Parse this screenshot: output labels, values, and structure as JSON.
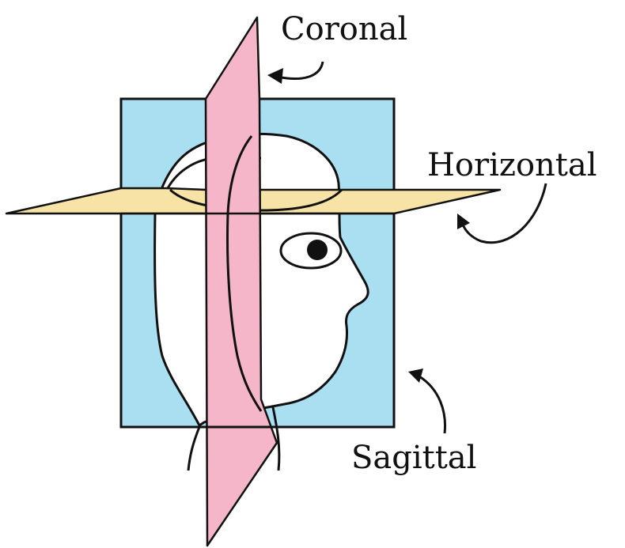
{
  "labels": {
    "coronal": "Coronal",
    "horizontal": "Horizontal",
    "sagittal": "Sagittal"
  },
  "colors": {
    "sagittal_plane": "#a9dff0",
    "coronal_plane": "#f4b6c8",
    "horizontal_plane": "#f7e3a6",
    "outline": "#111111",
    "background": "#ffffff"
  }
}
